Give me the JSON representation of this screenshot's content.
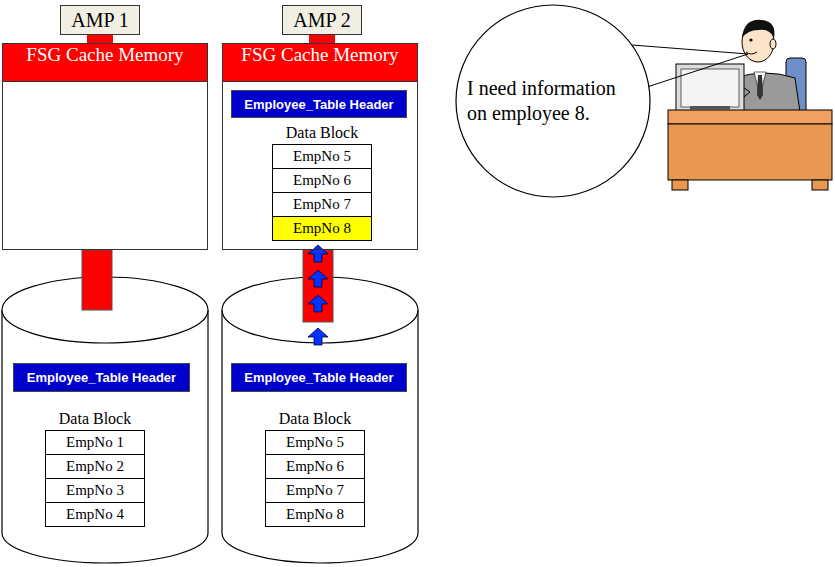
{
  "diagram": {
    "nodes": [
      {
        "text": [
          "AMP 1"
        ]
      },
      {
        "text": [
          "FSG Cache Memory"
        ]
      },
      {
        "text": [
          "AMP 2"
        ]
      },
      {
        "text": [
          "FSG Cache Memory"
        ]
      },
      {
        "text": [
          "Employee_Table Header"
        ],
        "in": 3
      },
      {
        "text": [
          "Data Block"
        ],
        "in": 3
      },
      {
        "text": [
          "EmpNo 5"
        ],
        "in": 5
      },
      {
        "text": [
          "EmpNo 6"
        ],
        "in": 5
      },
      {
        "text": [
          "EmpNo 7"
        ],
        "in": 5
      },
      {
        "text": [
          "EmpNo 8"
        ],
        "in": 5
      },
      {
        "text": [
          "I need information on employee 8."
        ]
      },
      {
        "text": [
          "Employee_Table Header"
        ]
      },
      {
        "text": [
          "Data Block"
        ]
      },
      {
        "text": [
          "EmpNo 1"
        ],
        "in": 12
      },
      {
        "text": [
          "EmpNo 2"
        ],
        "in": 12
      },
      {
        "text": [
          "EmpNo 3"
        ],
        "in": 12
      },
      {
        "text": [
          "EmpNo 4"
        ],
        "in": 12
      },
      {
        "text": [
          "Employee_Table Header"
        ]
      },
      {
        "text": [
          "Data Block"
        ]
      },
      {
        "text": [
          "EmpNo 5"
        ],
        "in": 18
      },
      {
        "text": [
          "EmpNo 6"
        ],
        "in": 18
      },
      {
        "text": [
          "EmpNo 7"
        ],
        "in": 18
      },
      {
        "text": [
          "EmpNo 8"
        ],
        "in": 18
      }
    ],
    "edges": [
      {
        "from": 0,
        "to": 1,
        "arrow": "none"
      },
      {
        "from": 2,
        "to": 3,
        "arrow": "none"
      }
    ]
  }
}
